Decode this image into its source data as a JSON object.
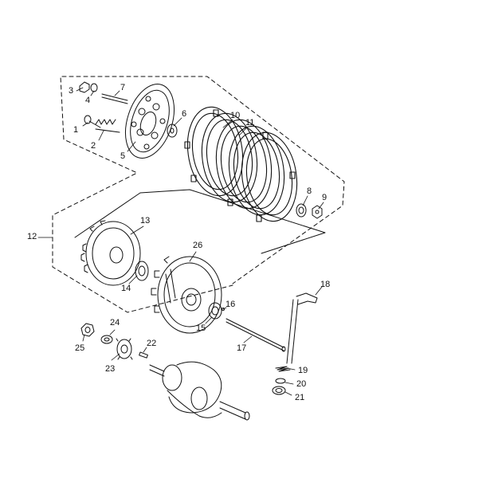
{
  "diagram": {
    "callouts": [
      {
        "id": "1",
        "text": "1"
      },
      {
        "id": "2",
        "text": "2"
      },
      {
        "id": "3",
        "text": "3"
      },
      {
        "id": "4",
        "text": "4"
      },
      {
        "id": "5",
        "text": "5"
      },
      {
        "id": "6",
        "text": "6"
      },
      {
        "id": "7",
        "text": "7"
      },
      {
        "id": "8",
        "text": "8"
      },
      {
        "id": "9",
        "text": "9"
      },
      {
        "id": "10",
        "text": "10"
      },
      {
        "id": "11",
        "text": "11"
      },
      {
        "id": "12",
        "text": "12"
      },
      {
        "id": "13",
        "text": "13"
      },
      {
        "id": "14",
        "text": "14"
      },
      {
        "id": "15",
        "text": "15"
      },
      {
        "id": "16",
        "text": "16"
      },
      {
        "id": "17",
        "text": "17"
      },
      {
        "id": "18",
        "text": "18"
      },
      {
        "id": "19",
        "text": "19"
      },
      {
        "id": "20",
        "text": "20"
      },
      {
        "id": "21",
        "text": "21"
      },
      {
        "id": "22",
        "text": "22"
      },
      {
        "id": "23",
        "text": "23"
      },
      {
        "id": "24",
        "text": "24"
      },
      {
        "id": "25",
        "text": "25"
      },
      {
        "id": "26",
        "text": "26"
      }
    ],
    "colors": {
      "ink": "#111111",
      "background": "#ffffff"
    }
  }
}
